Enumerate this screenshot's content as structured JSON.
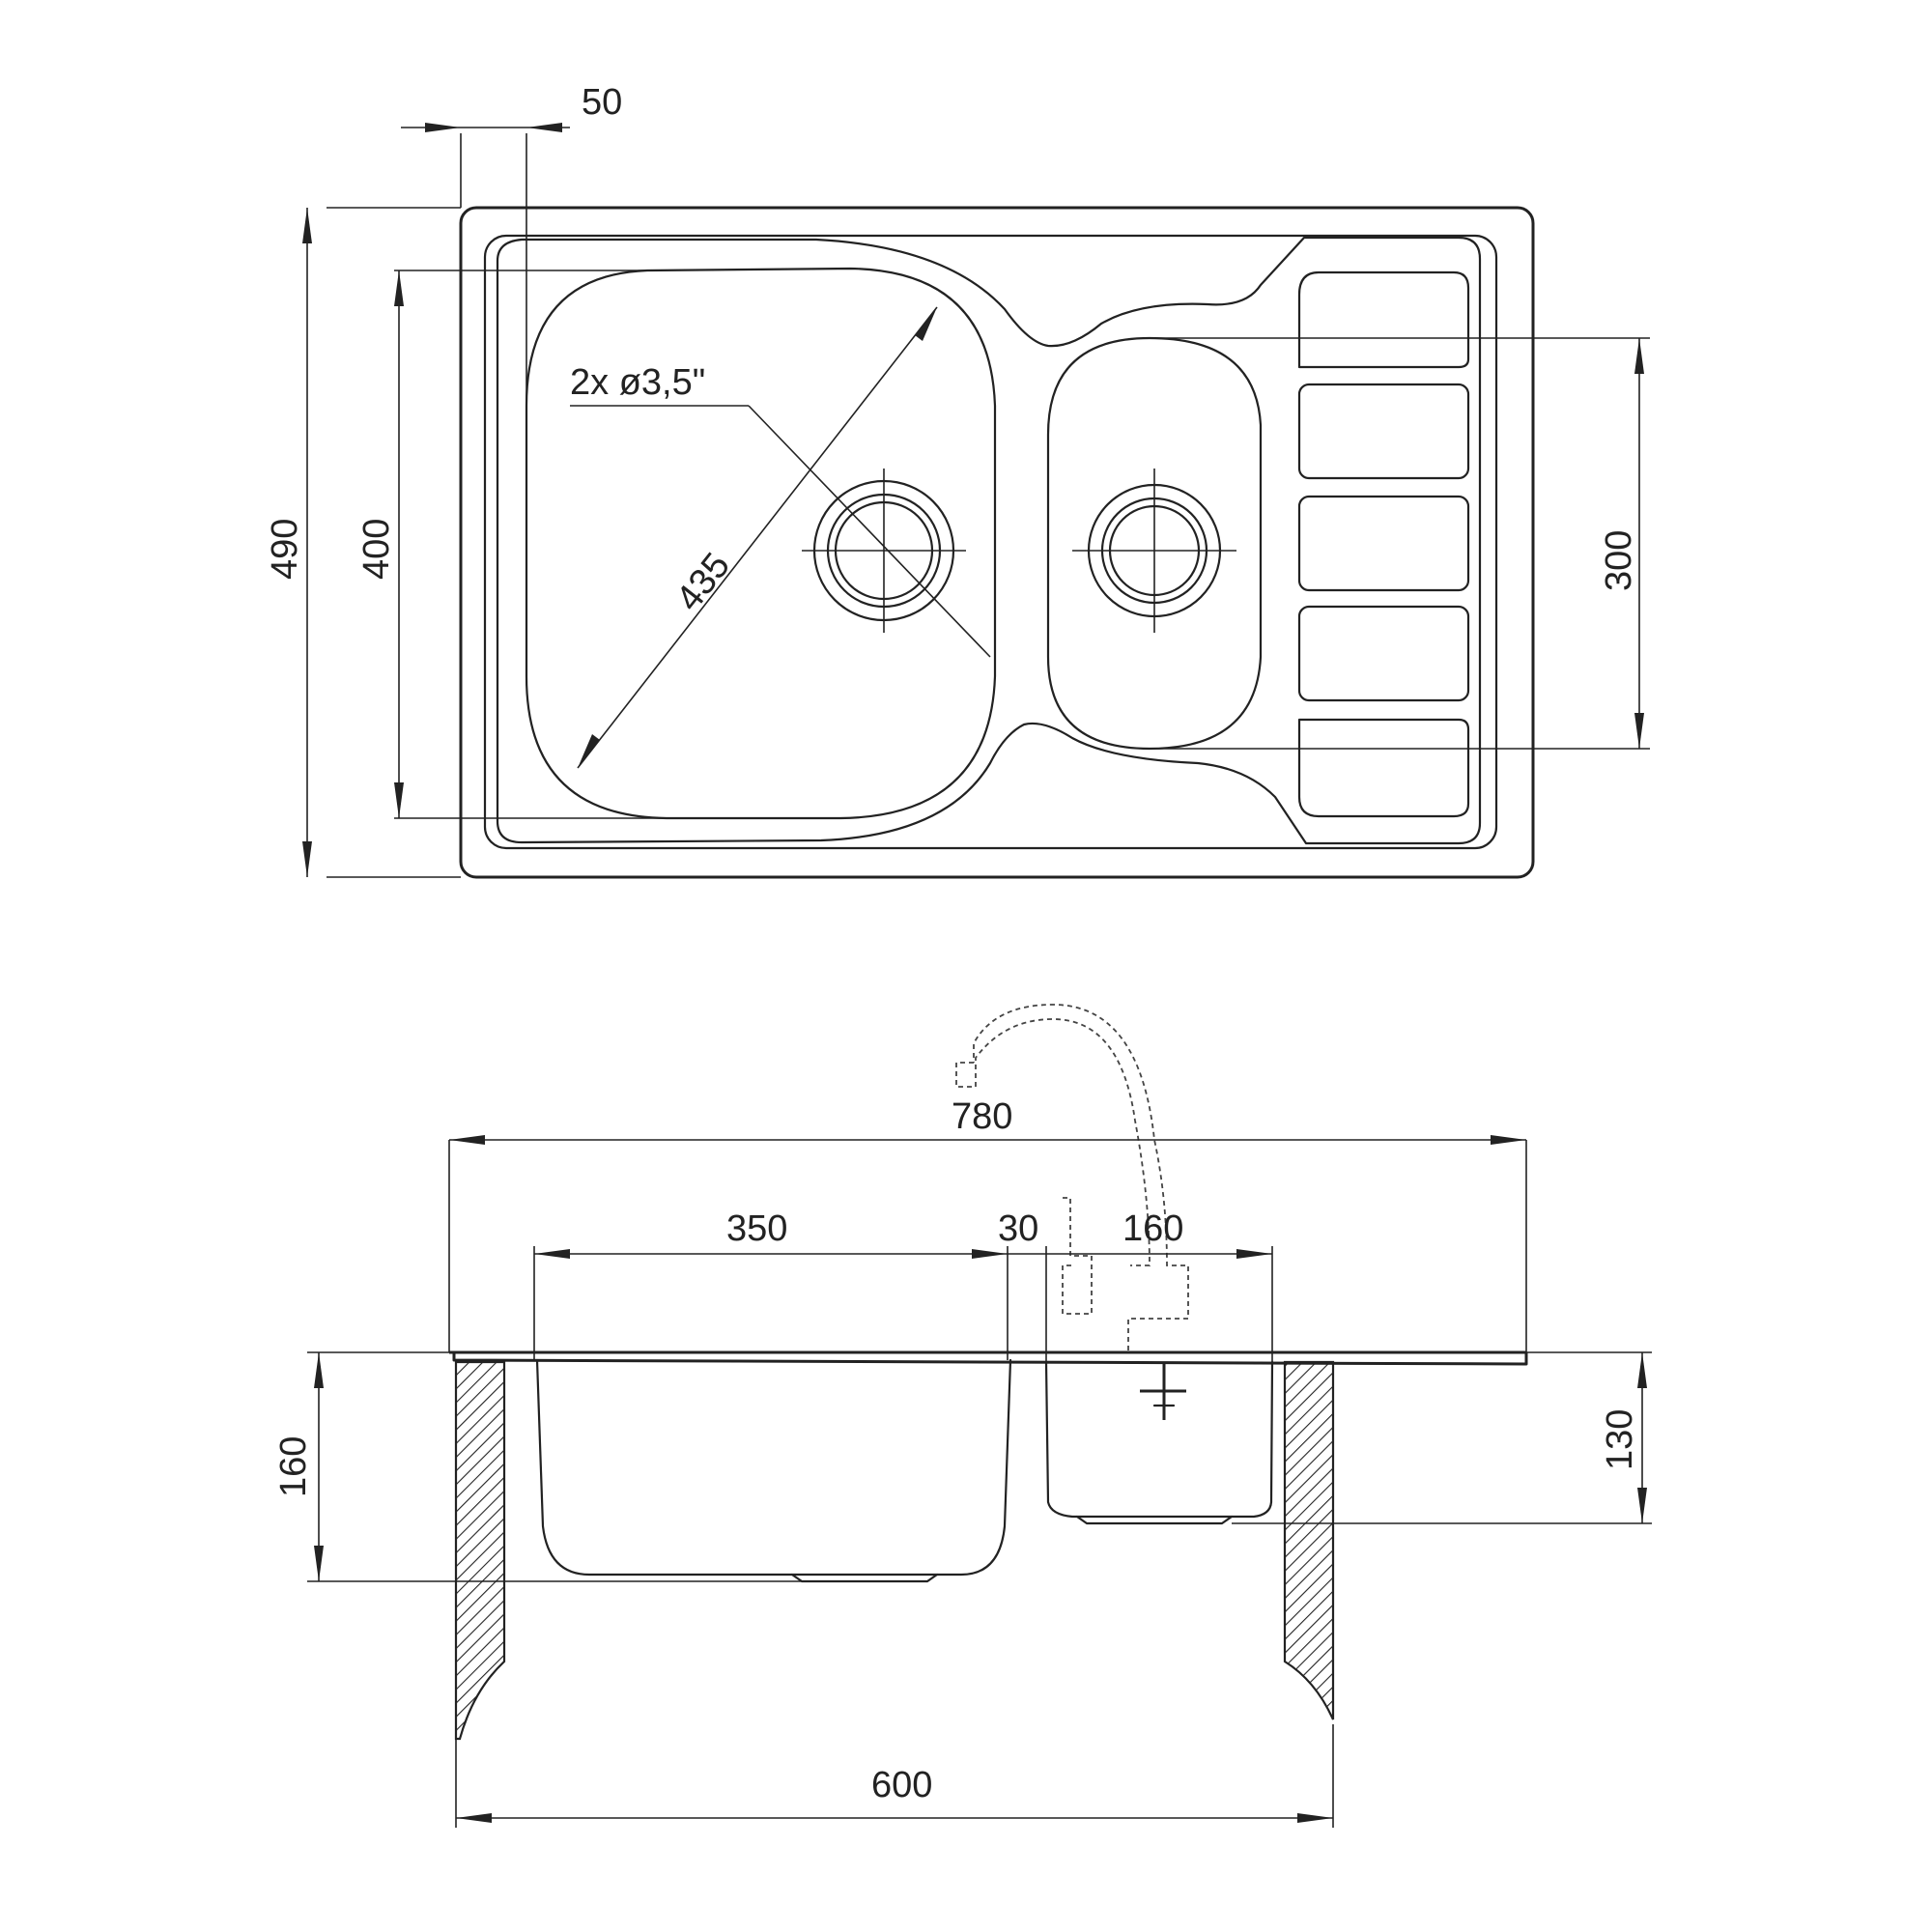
{
  "dimensions": {
    "offset_50": "50",
    "total_depth_490": "490",
    "bowl_depth_400": "400",
    "bowl_diagonal_435": "435",
    "outlet_note": "2x ø3,5\"",
    "small_bowl_depth_300": "300",
    "total_width_780": "780",
    "main_bowl_width_350": "350",
    "gap_30": "30",
    "small_bowl_width_160": "160",
    "main_bowl_height_160": "160",
    "small_bowl_height_130": "130",
    "cabinet_width_600": "600"
  },
  "colors": {
    "line": "#222222",
    "background": "#ffffff"
  }
}
